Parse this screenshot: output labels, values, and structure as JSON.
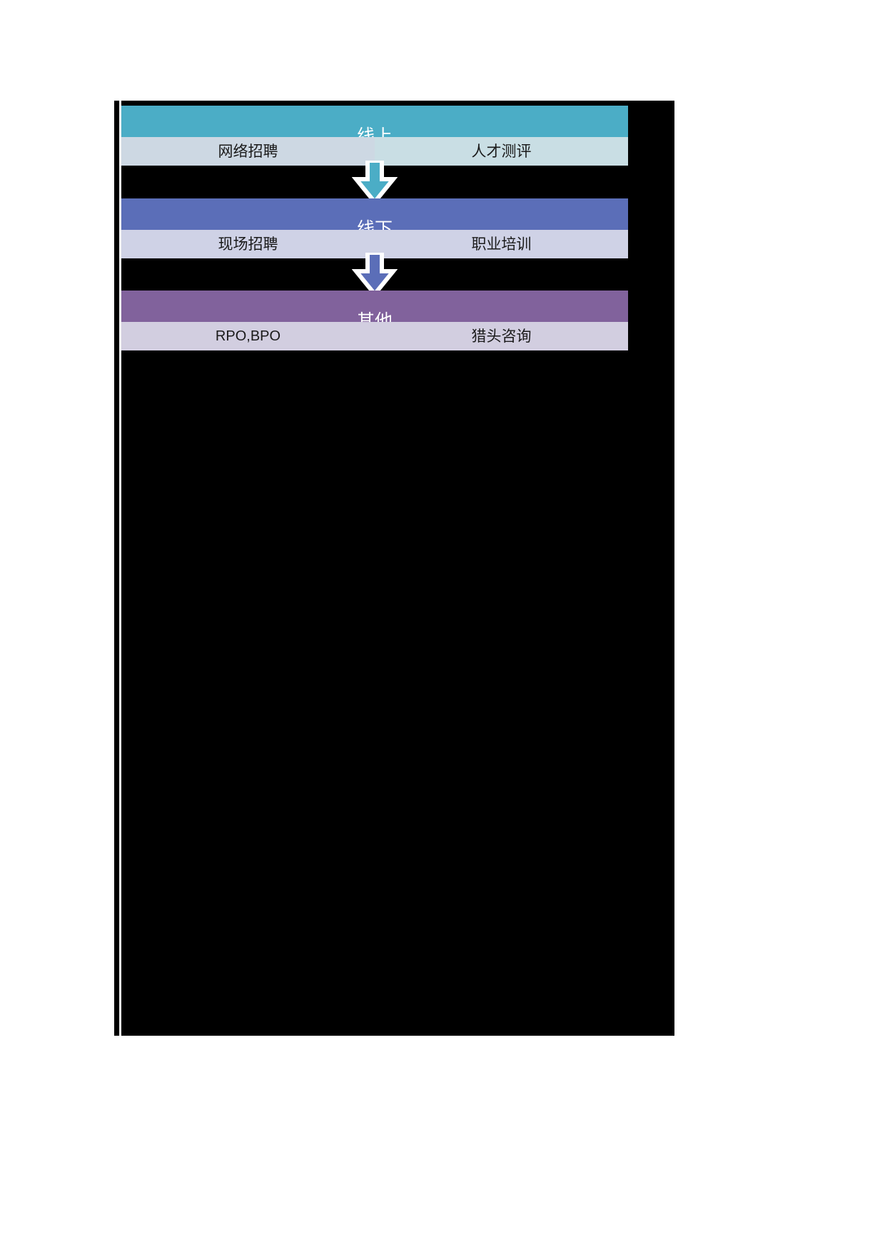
{
  "diagram": {
    "type": "vertical-process",
    "title": "",
    "background_color": "#000000",
    "stages": [
      {
        "id": "online",
        "title": "线上",
        "header_color": "#4BADC6",
        "item_color": "#CDD8E3",
        "items": [
          {
            "label": "网络招聘",
            "script": "han"
          },
          {
            "label": "人才测评",
            "script": "han"
          }
        ]
      },
      {
        "id": "offline",
        "title": "线下",
        "header_color": "#5B6EB8",
        "item_color": "#CFD2E6",
        "items": [
          {
            "label": "现场招聘",
            "script": "han"
          },
          {
            "label": "职业培训",
            "script": "han"
          }
        ]
      },
      {
        "id": "other",
        "title": "其他",
        "header_color": "#81629C",
        "item_color": "#D2CEE0",
        "items": [
          {
            "label": "RPO,BPO",
            "script": "latin"
          },
          {
            "label": "猎头咨询",
            "script": "han"
          }
        ]
      }
    ],
    "connectors": [
      {
        "id": "connector-online-to-offline",
        "icon": "down-arrow-icon",
        "color": "#4BADC6"
      },
      {
        "id": "connector-offline-to-other",
        "icon": "down-arrow-icon",
        "color": "#5B6EB8"
      }
    ]
  }
}
